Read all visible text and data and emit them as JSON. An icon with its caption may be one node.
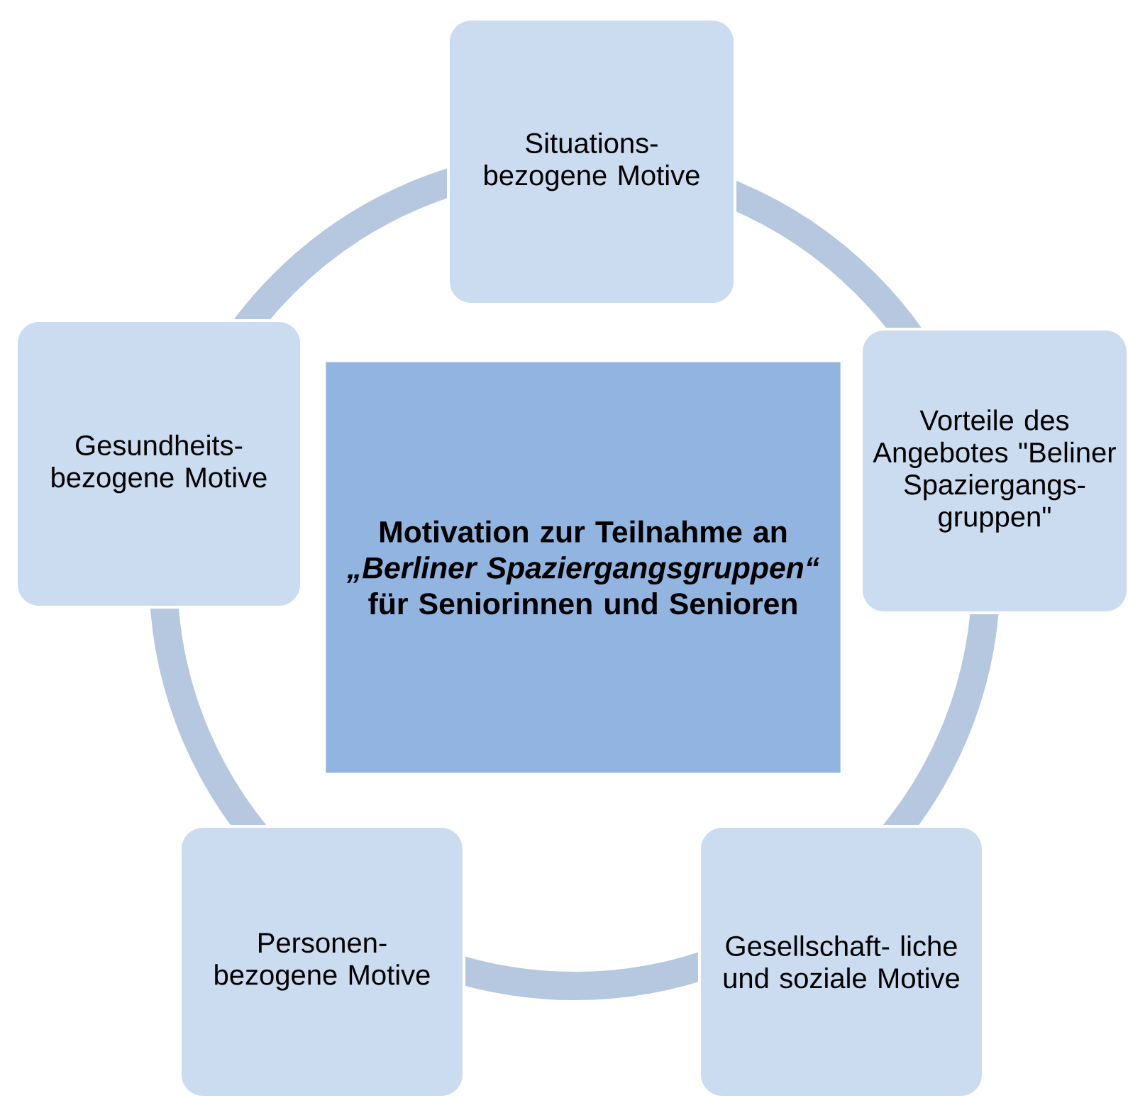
{
  "diagram": {
    "nodes": [
      {
        "text": [
          "Motivation zur Teilnahme an *„Berliner Spaziergangsgruppen“* für Seniorinnen und Senioren"
        ]
      },
      {
        "text": [
          "Situations- bezogene Motive"
        ]
      },
      {
        "text": [
          "Vorteile des Angebotes \"Beliner Spaziergangs- gruppen\""
        ]
      },
      {
        "text": [
          "Gesellschaft- liche und soziale Motive"
        ]
      },
      {
        "text": [
          "Personen- bezogene Motive"
        ]
      },
      {
        "text": [
          "Gesundheits- bezogene Motive"
        ]
      }
    ]
  }
}
